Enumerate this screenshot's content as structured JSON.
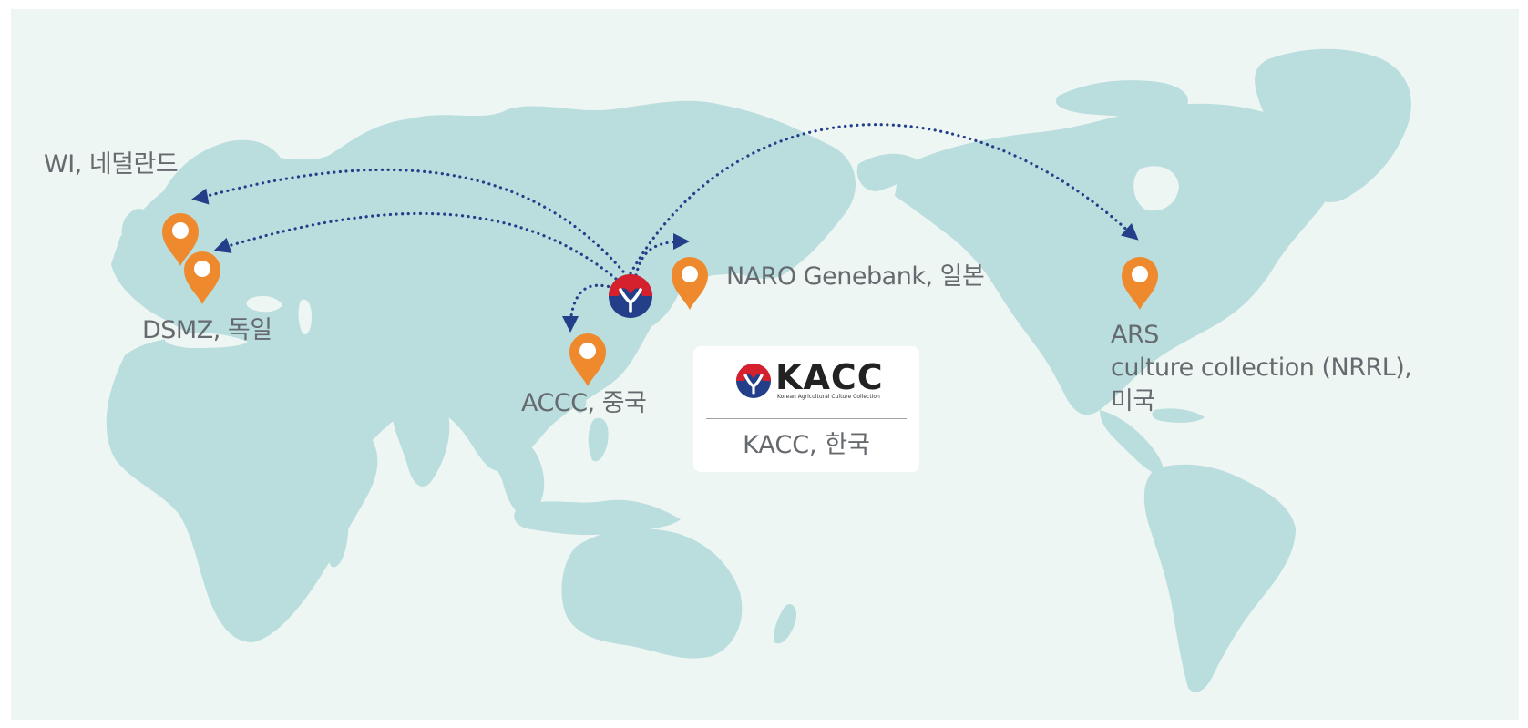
{
  "map": {
    "locations": [
      {
        "id": "wi",
        "label": "WI, 네덜란드",
        "icon": "location-pin-icon"
      },
      {
        "id": "dsmz",
        "label": "DSMZ, 독일",
        "icon": "location-pin-icon"
      },
      {
        "id": "accc",
        "label": "ACCC, 중국",
        "icon": "location-pin-icon"
      },
      {
        "id": "naro",
        "label": "NARO Genebank, 일본",
        "icon": "location-pin-icon"
      },
      {
        "id": "ars",
        "lines": [
          "ARS",
          "culture collection (NRRL),",
          "미국"
        ],
        "icon": "location-pin-icon"
      }
    ],
    "hub": {
      "logo_text": "KACC",
      "logo_tagline": "Korean Agricultural Culture Collection",
      "label": "KACC, 한국",
      "icon": "kacc-emblem-icon"
    },
    "colors": {
      "ocean": "#eef6f4",
      "land": "#b9dedd",
      "pin": "#ee8a2d",
      "route": "#233f8a",
      "emblem_red": "#d5202d",
      "emblem_blue": "#233f8a",
      "label_text": "#666a6e"
    }
  }
}
